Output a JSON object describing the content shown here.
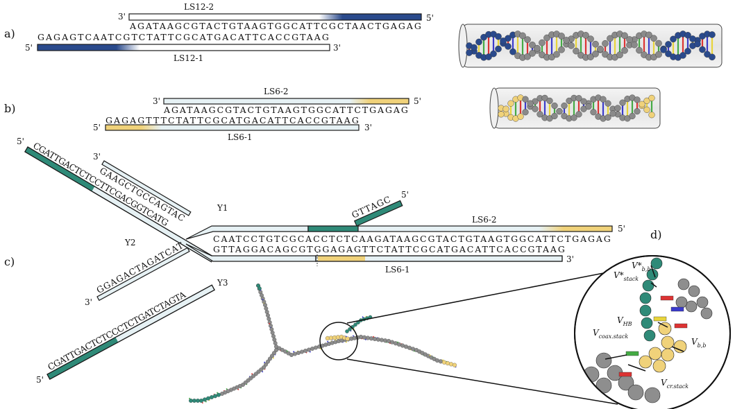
{
  "panels": {
    "a": "a)",
    "b": "b)",
    "c": "c)",
    "d": "d)"
  },
  "colors": {
    "blue": "#2a4a8c",
    "teal": "#2f8a78",
    "gold": "#f0d27a",
    "light": "#e6f1f4",
    "outline": "#1a1a1a",
    "cylinder": "#e9e9e9"
  },
  "a": {
    "top_label": "LS12-2",
    "top_seq": "AGATAAGCGTACTGTAAGTGGCATTCGCTAACTGAGAG",
    "bottom_seq": "GAGAGTCAATCGTCTATTCGCATGACATTCACCGTAAG",
    "bottom_label": "LS12-1",
    "end_3_top": "3'",
    "end_5_top": "5'",
    "end_5_bottom": "5'",
    "end_3_bottom": "3'"
  },
  "b": {
    "top_label": "LS6-2",
    "top_seq": "AGATAAGCGTACTGTAAGTGGCATTCTGAGAG",
    "bottom_seq": "GAGAGTTTCTATTCGCATGACATTCACCGTAAG",
    "bottom_label": "LS6-1",
    "end_3_top": "3'",
    "end_5_top": "5'",
    "end_5_bottom": "5'",
    "end_3_bottom": "3'"
  },
  "c": {
    "arm1_outer": "CGATTGACTCTCCTTCGACGGTCATG",
    "arm1_inner": "GAAGCTGCCAGTAC",
    "arm3_inner": "GGAGACTAGATCAT",
    "arm3_outer": "CGATTGACTCTCCCTCTGATCTAGTA",
    "overhang": "GTTAGC",
    "top_seq": "CAATCCTGTCGCACCTCTCAAGATAAGCGTACTGTAAGTGGCATTCTGAGAG",
    "bottom_seq": "GTTAGGACAGCGTGGAGAGTTCTATTCGCATGACATTCACCGTAAG",
    "label_y1": "Y1",
    "label_y2": "Y2",
    "label_y3": "Y3",
    "label_ls62": "LS6-2",
    "label_ls61": "LS6-1",
    "end_5_a": "5'",
    "end_3_a": "3'",
    "end_3_b": "3'",
    "end_5_b": "5'",
    "end_5_c": "5'",
    "end_5_d": "5'",
    "end_3_d": "3'"
  },
  "d": {
    "v_b_b_star": "V*",
    "v_b_b_star_sub": "b,b",
    "v_stack_star": "V*",
    "v_stack_star_sub": "stack",
    "v_hb": "V",
    "v_hb_sub": "HB",
    "v_coax": "V",
    "v_coax_sub": "coax.stack",
    "v_bb": "V",
    "v_bb_sub": "b,b",
    "v_cr": "V",
    "v_cr_sub": "cr.stack"
  }
}
